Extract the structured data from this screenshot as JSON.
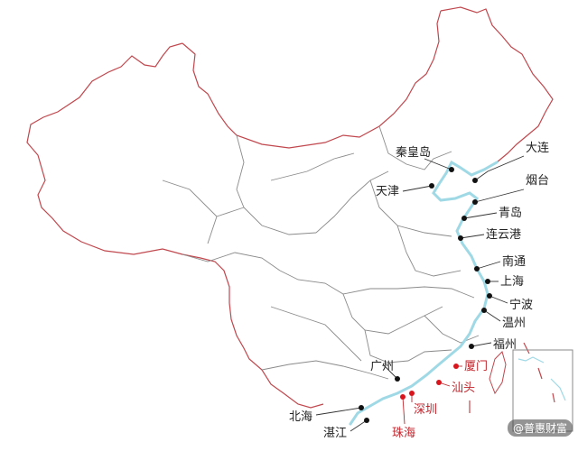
{
  "map": {
    "colors": {
      "border": "#c0474d",
      "province": "#8a8a8a",
      "coast": "#9fd9e6",
      "dot_black": "#111111",
      "dot_red": "#d8141c",
      "leader": "#333333",
      "leader_red": "#c0262d"
    },
    "cities": [
      {
        "id": "qinhuangdao",
        "label": "秦皇岛",
        "color": "black"
      },
      {
        "id": "dalian",
        "label": "大连",
        "color": "black"
      },
      {
        "id": "tianjin",
        "label": "天津",
        "color": "black"
      },
      {
        "id": "yantai",
        "label": "烟台",
        "color": "black"
      },
      {
        "id": "qingdao",
        "label": "青岛",
        "color": "black"
      },
      {
        "id": "lianyungang",
        "label": "连云港",
        "color": "black"
      },
      {
        "id": "nantong",
        "label": "南通",
        "color": "black"
      },
      {
        "id": "shanghai",
        "label": "上海",
        "color": "black"
      },
      {
        "id": "ningbo",
        "label": "宁波",
        "color": "black"
      },
      {
        "id": "wenzhou",
        "label": "温州",
        "color": "black"
      },
      {
        "id": "fuzhou",
        "label": "福州",
        "color": "black"
      },
      {
        "id": "xiamen",
        "label": "厦门",
        "color": "red"
      },
      {
        "id": "shantou",
        "label": "汕头",
        "color": "red"
      },
      {
        "id": "guangzhou",
        "label": "广州",
        "color": "black"
      },
      {
        "id": "shenzhen",
        "label": "深圳",
        "color": "red"
      },
      {
        "id": "zhuhai",
        "label": "珠海",
        "color": "red"
      },
      {
        "id": "beihai",
        "label": "北海",
        "color": "black"
      },
      {
        "id": "zhanjiang",
        "label": "湛江",
        "color": "black"
      }
    ],
    "watermark": "@普惠财富"
  }
}
